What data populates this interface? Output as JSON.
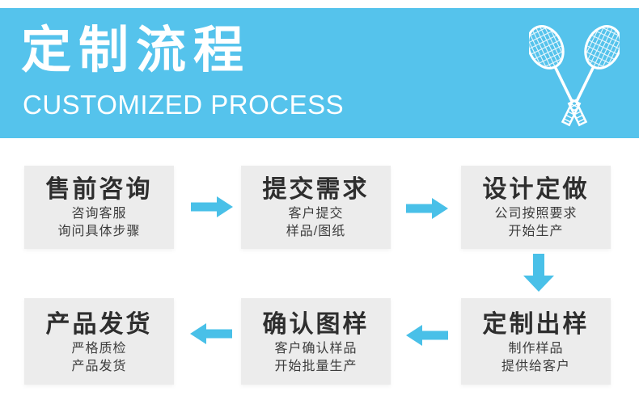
{
  "banner": {
    "title": "定制流程",
    "subtitle": "CUSTOMIZED PROCESS",
    "background_color": "#55c3ec",
    "text_color": "#ffffff",
    "icon": "badminton-rackets-icon"
  },
  "flow": {
    "box_background": "#ececec",
    "arrow_color": "#49c0e8",
    "title_color": "#2e2e2e",
    "subtitle_color": "#3c3c3c",
    "steps": [
      {
        "title": "售前咨询",
        "line1": "咨询客服",
        "line2": "询问具体步骤"
      },
      {
        "title": "提交需求",
        "line1": "客户提交",
        "line2": "样品/图纸"
      },
      {
        "title": "设计定做",
        "line1": "公司按照要求",
        "line2": "开始生产"
      },
      {
        "title": "定制出样",
        "line1": "制作样品",
        "line2": "提供给客户"
      },
      {
        "title": "确认图样",
        "line1": "客户确认样品",
        "line2": "开始批量生产"
      },
      {
        "title": "产品发货",
        "line1": "严格质检",
        "line2": "产品发货"
      }
    ]
  }
}
